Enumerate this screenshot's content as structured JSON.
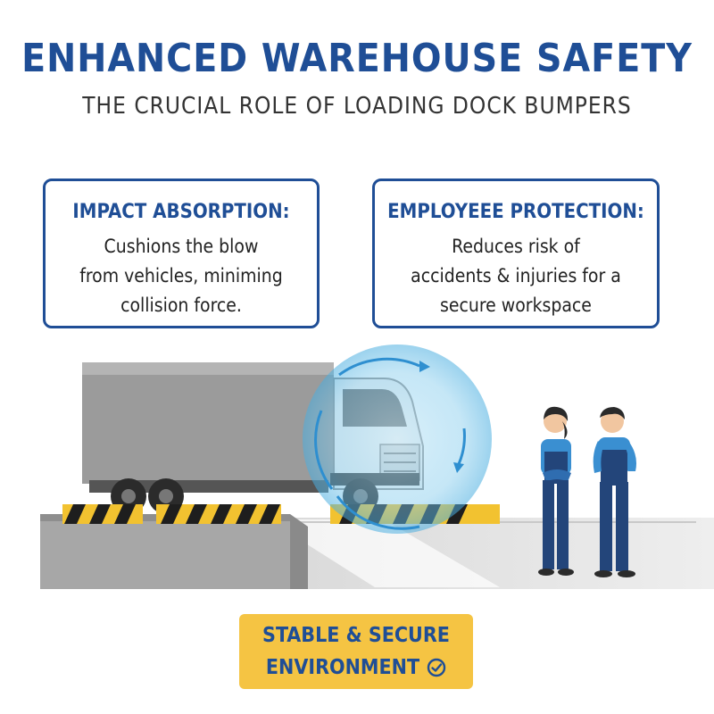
{
  "header": {
    "title": "ENHANCED WAREHOUSE SAFETY",
    "subtitle": "THE CRUCIAL ROLE OF LOADING DOCK BUMPERS"
  },
  "cards": [
    {
      "heading": "IMPACT ABSORPTION:",
      "lines": [
        "Cushions the blow",
        "from vehicles, miniming",
        "collision force."
      ]
    },
    {
      "heading": "EMPLOYEEE PROTECTION:",
      "lines": [
        "Reduces risk of",
        "accidents & injuries for a",
        "secure workspace"
      ]
    }
  ],
  "cta": {
    "line1": "STABLE & SECURE",
    "line2": "ENVIRONMENT"
  },
  "colors": {
    "brand_blue": "#1f4e96",
    "accent_yellow": "#f5c443",
    "bumper_yellow": "#f2c230",
    "bumper_black": "#1e1e1e"
  },
  "icons": [
    "check-circle-icon",
    "impact-circle-icon",
    "truck-icon",
    "worker-icon"
  ]
}
